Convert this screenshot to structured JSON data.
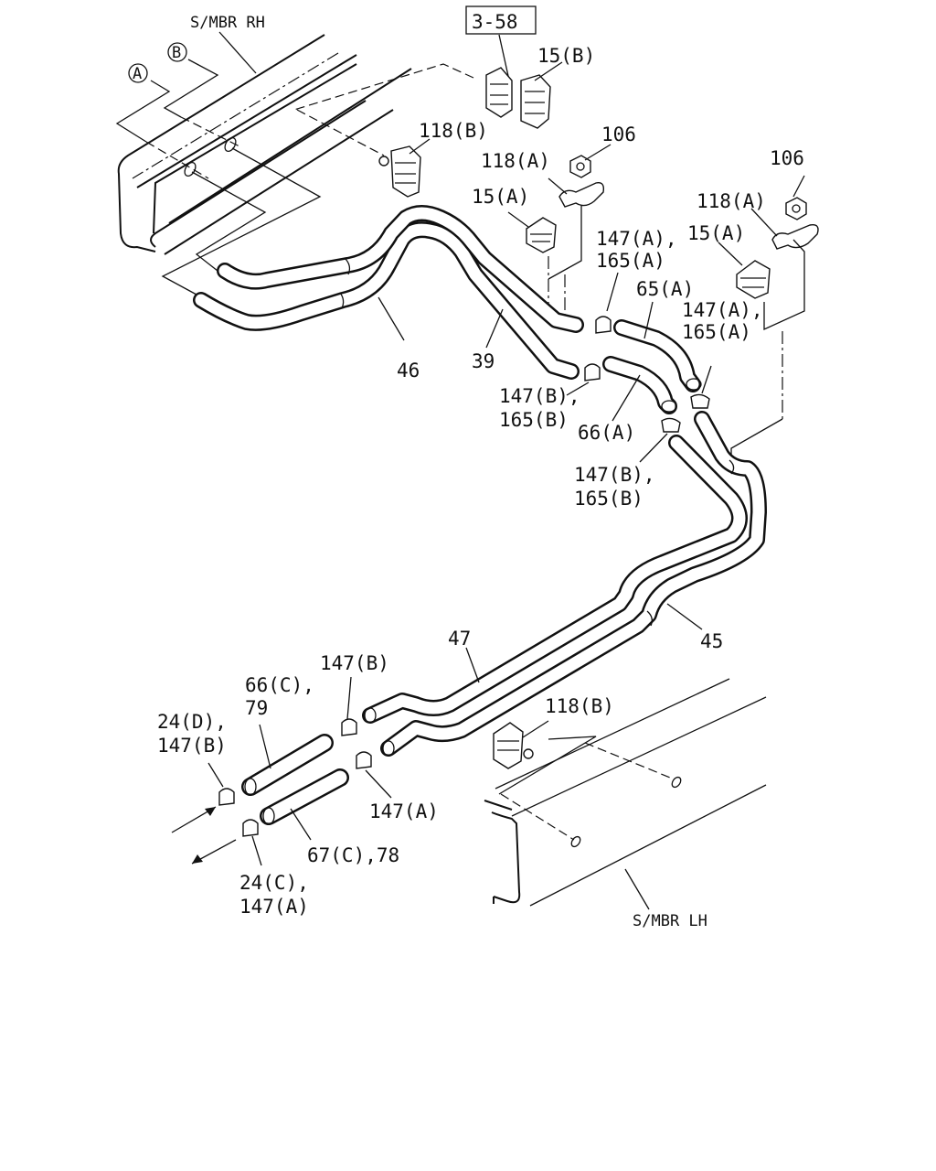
{
  "diagram": {
    "frame_refs": {
      "rh_member": "S/MBR RH",
      "lh_member": "S/MBR LH"
    },
    "circle_refs": {
      "a": "A",
      "b": "B"
    },
    "page_ref": "3-58",
    "labels": {
      "p15b": "15(B)",
      "p118b_top": "118(B)",
      "p106_left": "106",
      "p118a_left": "118(A)",
      "p15a_left": "15(A)",
      "p106_right": "106",
      "p118a_right": "118(A)",
      "p15a_right": "15(A)",
      "p147a_165a_top_1": "147(A),",
      "p147a_165a_top_2": "165(A)",
      "p65a": "65(A)",
      "p147a_165a_mid_1": "147(A),",
      "p147a_165a_mid_2": "165(A)",
      "p46": "46",
      "p39": "39",
      "p147b_165b_left_1": "147(B),",
      "p147b_165b_left_2": "165(B)",
      "p66a": "66(A)",
      "p147b_165b_right_1": "147(B),",
      "p147b_165b_right_2": "165(B)",
      "p47": "47",
      "p45": "45",
      "p147b_lower": "147(B)",
      "p66c_79_1": "66(C),",
      "p66c_79_2": "79",
      "p118b_lower": "118(B)",
      "p24d_147b_1": "24(D),",
      "p24d_147b_2": "147(B)",
      "p147a_lower": "147(A)",
      "p67c_78": "67(C),78",
      "p24c_147a_1": "24(C),",
      "p24c_147a_2": "147(A)"
    }
  }
}
